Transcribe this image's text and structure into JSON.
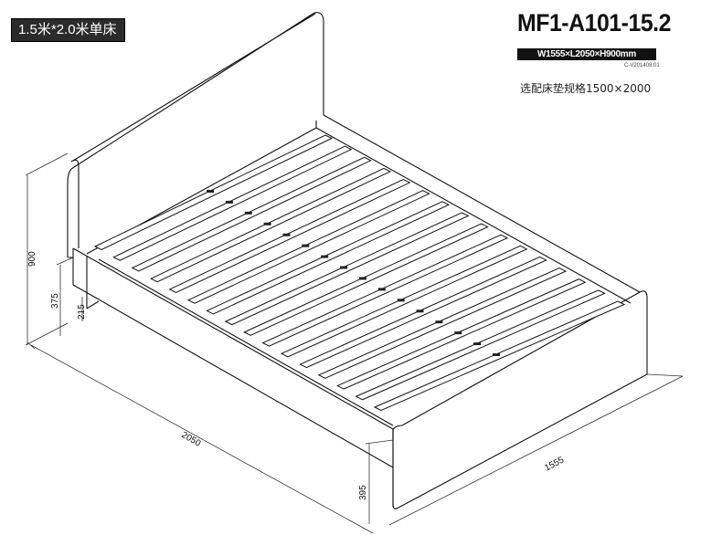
{
  "size_tag": "1.5米*2.0米单床",
  "model": "MF1-A101-15.2",
  "dimensions": "W1555×L2050×H900mm",
  "version_code": "C-V201408.01",
  "mattress_note": "选配床垫规格1500×2000",
  "dimension_labels": {
    "head_height": "900",
    "side_rail_height": "375",
    "leg_clearance": "215",
    "length": "2050",
    "width": "1555",
    "foot_height": "395"
  },
  "slat_count": 16
}
